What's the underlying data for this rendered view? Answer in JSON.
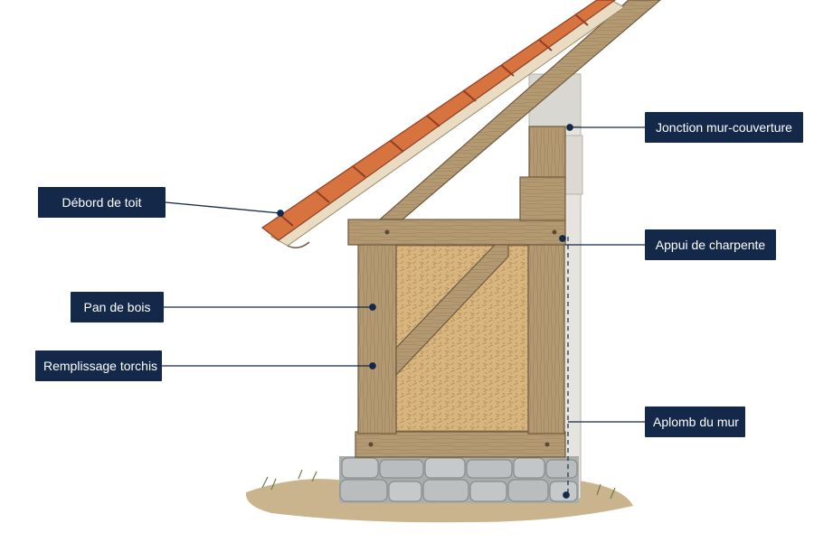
{
  "labels": {
    "debord_de_toit": "Débord de toit",
    "pan_de_bois": "Pan de bois",
    "remplissage_torchis": "Remplissage torchis",
    "jonction_mur_couverture": "Jonction mur-couverture",
    "appui_de_charpente": "Appui de charpente",
    "aplomb_du_mur": "Aplomb du mur"
  },
  "colors": {
    "label_bg": "#14284a",
    "label_text": "#ffffff",
    "leader_line": "#14284a",
    "timber": "#b49a72",
    "timber_dark": "#8e7553",
    "daub": "#d8b57e",
    "tile": "#cf6a45",
    "stone": "#b8bcbd",
    "plaster": "#e6e4df",
    "ground": "#b8a27a"
  }
}
